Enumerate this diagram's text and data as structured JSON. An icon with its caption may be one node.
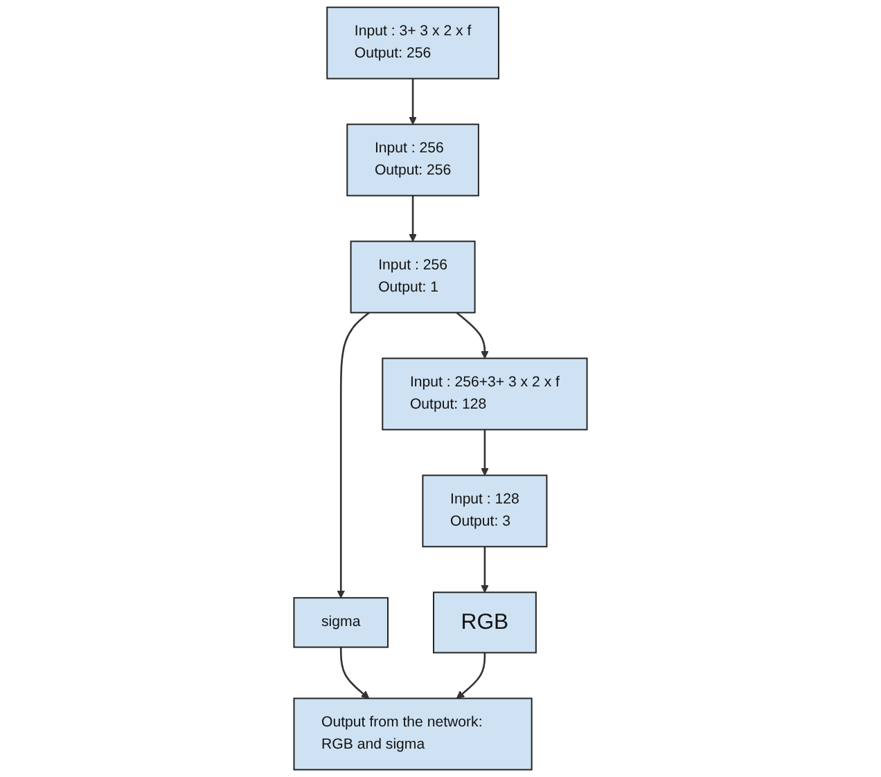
{
  "diagram": {
    "nodes": [
      {
        "text": [
          "Input : 3+ 3 x 2 x f",
          "Output: 256"
        ]
      },
      {
        "text": [
          "Input : 256",
          "Output: 256"
        ]
      },
      {
        "text": [
          "Input : 256",
          "Output: 1"
        ]
      },
      {
        "text": [
          "sigma"
        ]
      },
      {
        "text": [
          "Input : 256+3+ 3 x 2 x f",
          "Output: 128"
        ]
      },
      {
        "text": [
          "Output from the network: RGB and sigma"
        ]
      },
      {
        "text": [
          "Input : 128",
          "Output: 3"
        ]
      },
      {
        "text": [
          "RGB"
        ]
      }
    ],
    "edges": [
      {
        "from": 0,
        "to": 1,
        "arrow": "to"
      },
      {
        "from": 1,
        "to": 2,
        "arrow": "to"
      },
      {
        "from": 2,
        "to": 3,
        "arrow": "to"
      },
      {
        "from": 2,
        "to": 4,
        "arrow": "to"
      },
      {
        "from": 3,
        "to": 5,
        "arrow": "to"
      },
      {
        "from": 4,
        "to": 6,
        "arrow": "to"
      },
      {
        "from": 6,
        "to": 7,
        "arrow": "to"
      },
      {
        "from": 7,
        "to": 5,
        "arrow": "to"
      }
    ]
  }
}
